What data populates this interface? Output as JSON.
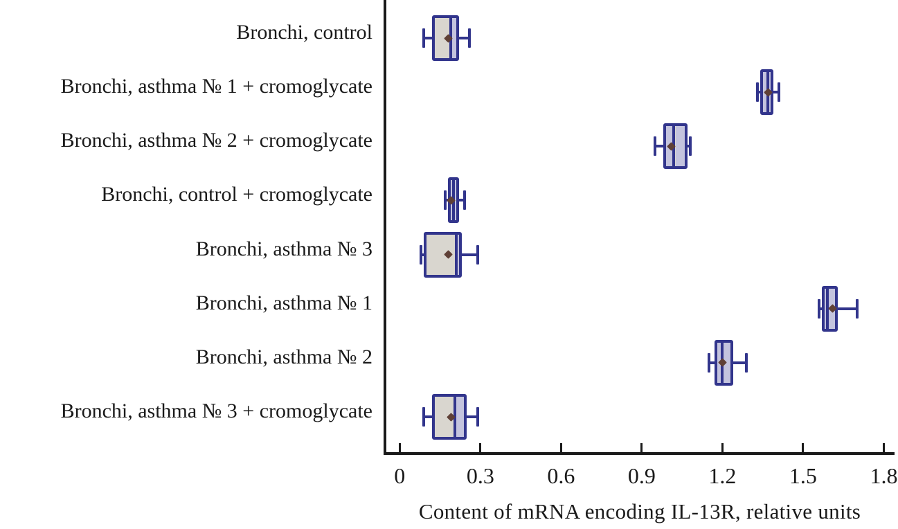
{
  "chart_data": {
    "type": "boxplot",
    "orientation": "horizontal",
    "title": "",
    "xlabel": "Content of mRNA encoding IL-13R, relative units",
    "ylabel": "",
    "xlim": [
      -0.06,
      1.84
    ],
    "xtick_values": [
      0,
      0.3,
      0.6,
      0.9,
      1.2,
      1.5,
      1.8
    ],
    "xtick_labels": [
      "0",
      "0.3",
      "0.6",
      "0.9",
      "1.2",
      "1.5",
      "1.8"
    ],
    "grid": false,
    "legend": "none",
    "categories": [
      "Bronchi, control",
      "Bronchi, asthma № 1 + cromoglycate",
      "Bronchi, asthma № 2 + cromoglycate",
      "Bronchi, control + cromoglycate",
      "Bronchi, asthma № 3",
      "Bronchi, asthma № 1",
      "Bronchi, asthma № 2",
      "Bronchi, asthma № 3 + cromoglycate"
    ],
    "series": [
      {
        "category": "Bronchi, control",
        "whisker_low": 0.09,
        "box_low": 0.12,
        "mean": 0.18,
        "median": 0.19,
        "box_high": 0.22,
        "whisker_high": 0.26
      },
      {
        "category": "Bronchi, asthma № 1 + cromoglycate",
        "whisker_low": 1.33,
        "box_low": 1.34,
        "mean": 1.37,
        "median": 1.37,
        "box_high": 1.39,
        "whisker_high": 1.41
      },
      {
        "category": "Bronchi, asthma № 2 + cromoglycate",
        "whisker_low": 0.95,
        "box_low": 0.98,
        "mean": 1.01,
        "median": 1.02,
        "box_high": 1.07,
        "whisker_high": 1.08
      },
      {
        "category": "Bronchi, control + cromoglycate",
        "whisker_low": 0.17,
        "box_low": 0.18,
        "mean": 0.19,
        "median": 0.2,
        "box_high": 0.22,
        "whisker_high": 0.24
      },
      {
        "category": "Bronchi, asthma № 3",
        "whisker_low": 0.08,
        "box_low": 0.09,
        "mean": 0.18,
        "median": 0.21,
        "box_high": 0.23,
        "whisker_high": 0.29
      },
      {
        "category": "Bronchi, asthma № 1",
        "whisker_low": 1.56,
        "box_low": 1.57,
        "mean": 1.61,
        "median": 1.59,
        "box_high": 1.63,
        "whisker_high": 1.7
      },
      {
        "category": "Bronchi, asthma № 2",
        "whisker_low": 1.15,
        "box_low": 1.17,
        "mean": 1.2,
        "median": 1.2,
        "box_high": 1.24,
        "whisker_high": 1.29
      },
      {
        "category": "Bronchi, asthma № 3 + cromoglycate",
        "whisker_low": 0.09,
        "box_low": 0.12,
        "mean": 0.19,
        "median": 0.205,
        "box_high": 0.25,
        "whisker_high": 0.29
      }
    ],
    "colors": {
      "box_border": "#32358c",
      "box_fill_wide": "#d9d6cf",
      "box_fill_narrow": "#c4c4de",
      "median_line": "#32358c",
      "whisker": "#32358c",
      "mean_point": "#5f4036",
      "axis": "#1a1a1a",
      "text": "#1a1a1a",
      "background": "#ffffff"
    }
  }
}
